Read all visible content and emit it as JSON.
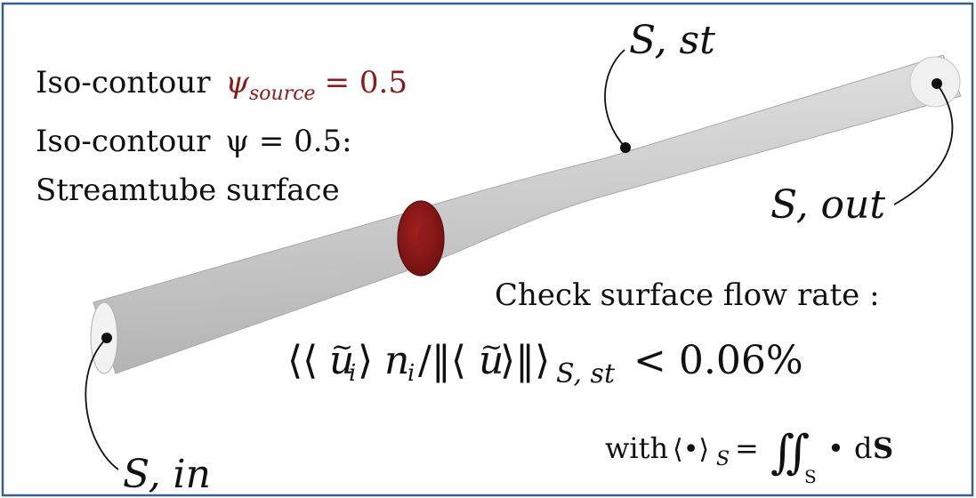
{
  "labels": {
    "iso_source_prefix": "Iso-contour",
    "iso_source_psi": "ψ",
    "iso_source_sub": "source",
    "iso_source_eq": "= 0.5",
    "iso_psi_line": "Iso-contour",
    "iso_psi_eq": "ψ = 0.5:",
    "streamtube": "Streamtube surface",
    "s_st": "S, st",
    "s_out": "S, out",
    "s_in": "S, in",
    "check": "Check surface flow rate :",
    "with_word": "with",
    "less_than": "< 0.06%"
  },
  "colors": {
    "source_red": "#8b1a1a",
    "tube_gray": "#c8c8c8",
    "frame": "#3a5f8a"
  }
}
